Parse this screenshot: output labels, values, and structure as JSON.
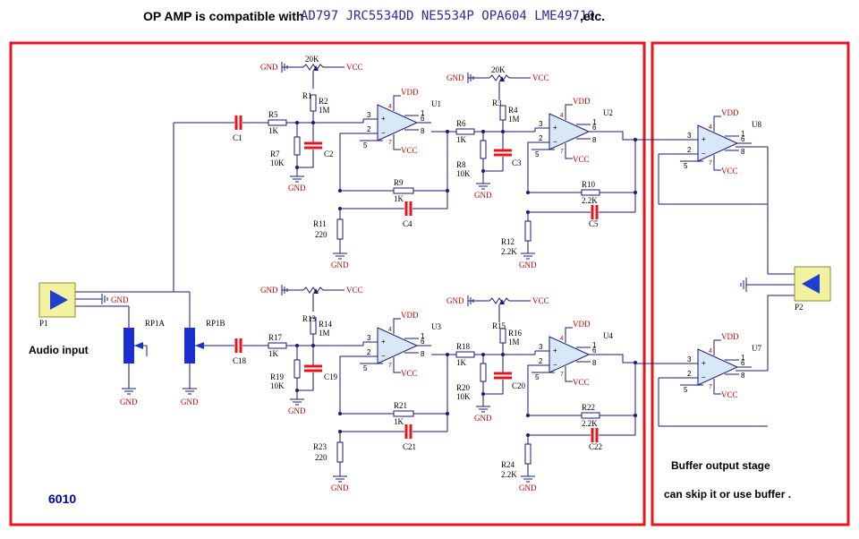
{
  "header": {
    "lead": "OP AMP is compatible with",
    "parts": "AD797 JRC5534DD NE5534P OPA604 LME49710",
    "tail": ",etc."
  },
  "notes": {
    "audio_input": "Audio input",
    "buffer_line1": "Buffer output stage",
    "buffer_line2": "can skip it or use buffer .",
    "board_mark": "6010"
  },
  "connectors": {
    "input": "P1",
    "output": "P2"
  },
  "pots": {
    "a": "RP1A",
    "b": "RP1B"
  },
  "power": {
    "gnd": "GND",
    "vcc": "VCC",
    "vdd": "VDD"
  },
  "opamp_pins": {
    "p4": "4",
    "p1": "1",
    "p3": "3",
    "p2": "2",
    "p6": "6",
    "p5": "5",
    "p8": "8",
    "p7": "7"
  },
  "channels": [
    {
      "input_cap": "C1",
      "opamp1": "U1",
      "opamp2": "U2",
      "buffer": "U8",
      "trim1": {
        "name": "20K"
      },
      "trim2": {
        "name": "20K"
      },
      "r_a1": "R1",
      "r_a2": {
        "name": "R2",
        "value": "1M"
      },
      "r_b1": "R3",
      "r_b2": {
        "name": "R4",
        "value": "1M"
      },
      "r_in": {
        "name": "R5",
        "value": "1K"
      },
      "r_gnd1": {
        "name": "R7",
        "value": "10K"
      },
      "cap_in1": "C2",
      "r_fb1": {
        "name": "R9",
        "value": "1K"
      },
      "cap_fb1": "C4",
      "r_sh1": {
        "name": "R11",
        "value": "220"
      },
      "r_mid": {
        "name": "R6",
        "value": "1K"
      },
      "r_gnd2": {
        "name": "R8",
        "value": "10K"
      },
      "cap_in2": "C3",
      "r_fb2": {
        "name": "R10",
        "value": "2.2K"
      },
      "cap_fb2": "C5",
      "r_sh2": {
        "name": "R12",
        "value": "2.2K"
      }
    },
    {
      "input_cap": "C18",
      "opamp1": "U3",
      "opamp2": "U4",
      "buffer": "U7",
      "trim1": {
        "name": ""
      },
      "trim2": {
        "name": ""
      },
      "r_a1": "R13",
      "r_a2": {
        "name": "R14",
        "value": "1M"
      },
      "r_b1": "R15",
      "r_b2": {
        "name": "R16",
        "value": "1M"
      },
      "r_in": {
        "name": "R17",
        "value": "1K"
      },
      "r_gnd1": {
        "name": "R19",
        "value": "10K"
      },
      "cap_in1": "C19",
      "r_fb1": {
        "name": "R21",
        "value": "1K"
      },
      "cap_fb1": "C21",
      "r_sh1": {
        "name": "R23",
        "value": "220"
      },
      "r_mid": {
        "name": "R18",
        "value": "1K"
      },
      "r_gnd2": {
        "name": "R20",
        "value": "10K"
      },
      "cap_in2": "C20",
      "r_fb2": {
        "name": "R22",
        "value": "2.2K"
      },
      "cap_fb2": "C22",
      "r_sh2": {
        "name": "R24",
        "value": "2.2K"
      }
    }
  ],
  "colors": {
    "frame": "#e8141c",
    "wire": "#1a1a7a",
    "cap": "#e8141c",
    "power": "#cc0000",
    "opamp_fill": "#d8e8f8",
    "connector_fill": "#f2f2a0",
    "connector_arrow": "#1f3fd0",
    "pot_fill": "#1a2fd0"
  }
}
